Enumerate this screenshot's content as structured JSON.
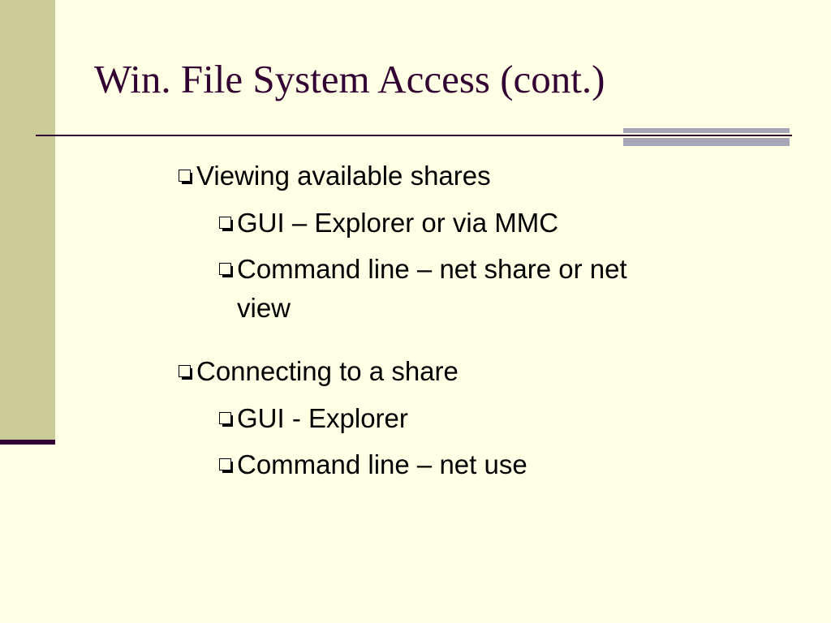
{
  "slide": {
    "title": "Win. File System Access (cont.)",
    "bullets": [
      {
        "text": "Viewing available shares",
        "children": [
          {
            "text": "GUI – Explorer or via MMC"
          },
          {
            "text": "Command line – net share or net",
            "continuation": "view"
          }
        ]
      },
      {
        "text": "Connecting to a share",
        "children": [
          {
            "text": "GUI - Explorer"
          },
          {
            "text": "Command line – net use"
          }
        ]
      }
    ]
  },
  "colors": {
    "background": "#FFFFE5",
    "sidebar": "#CCCC99",
    "title": "#330033",
    "accent_bar": "#A6A6B6"
  },
  "icons": {
    "bullet": "hollow-square-bullet-icon"
  }
}
